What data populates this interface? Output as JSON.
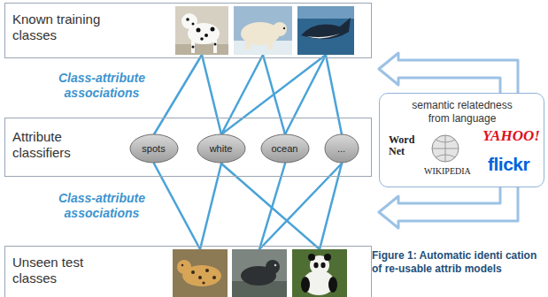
{
  "diagram": {
    "caption": "Figure 1: Automatic identi cation of re-usable attrib models",
    "nodes": [
      {
        "text": [
          "Known training classes"
        ]
      },
      {
        "text": [
          "Attribute classifiers"
        ]
      },
      {
        "text": [
          "spots"
        ],
        "in": 1
      },
      {
        "text": [
          "white"
        ],
        "in": 1
      },
      {
        "text": [
          "ocean"
        ],
        "in": 1
      },
      {
        "text": [
          "..."
        ],
        "in": 1
      },
      {
        "text": [
          "semantic relatedness from language",
          "Word Net",
          "WIKIPEDIA",
          "YAHOO!",
          "flickr"
        ]
      },
      {
        "text": [
          "Unseen test classes"
        ]
      }
    ],
    "labels": [
      "Class-attribute associations",
      "Class-attribute associations"
    ]
  }
}
